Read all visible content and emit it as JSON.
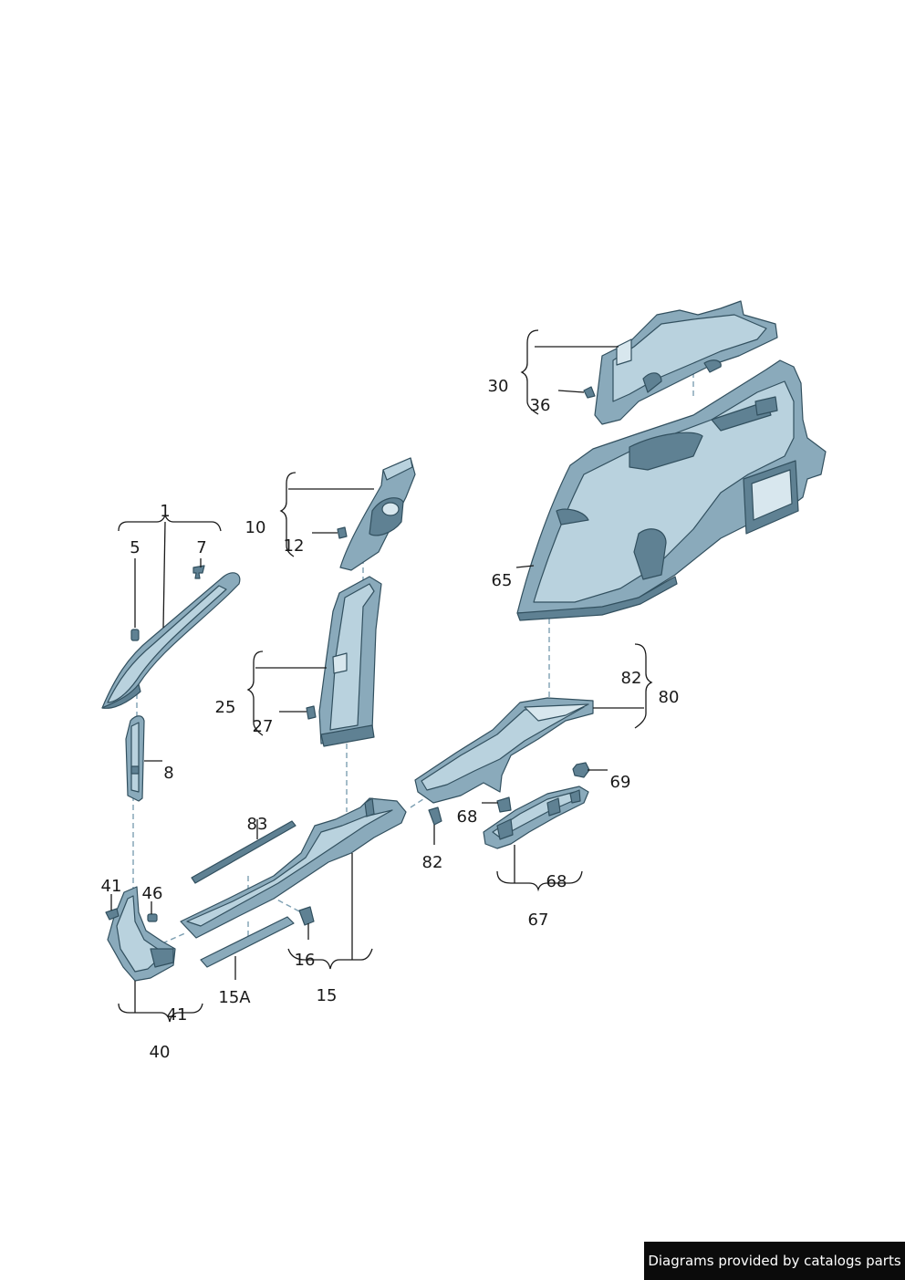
{
  "callouts": {
    "c1": "1",
    "c5": "5",
    "c7": "7",
    "c8": "8",
    "c10": "10",
    "c12": "12",
    "c25": "25",
    "c27": "27",
    "c30": "30",
    "c36": "36",
    "c65": "65",
    "c82a": "82",
    "c80": "80",
    "c69": "69",
    "c68a": "68",
    "c82b": "82",
    "c68b": "68",
    "c67": "67",
    "c83": "83",
    "c41a": "41",
    "c46": "46",
    "c16": "16",
    "c15A": "15A",
    "c15": "15",
    "c41b": "41",
    "c40": "40"
  },
  "footer": {
    "credit": "Diagrams provided by catalogs parts"
  },
  "colors": {
    "part_dark": "#5f8193",
    "part_mid": "#8aaabb",
    "part_light": "#b9d2de",
    "part_pale": "#d8e7ee",
    "outline": "#32505f",
    "leader": "#1a1a1a",
    "dash": "#7d9fb2"
  }
}
